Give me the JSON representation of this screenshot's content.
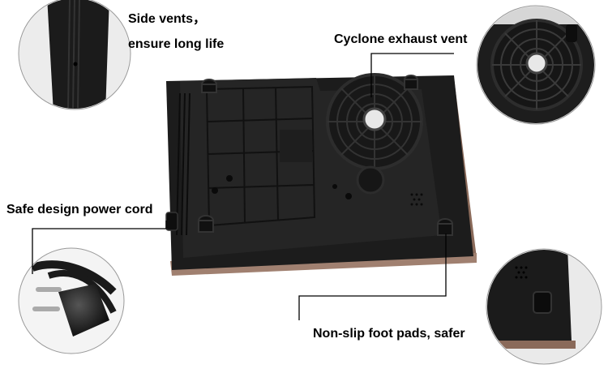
{
  "callouts": {
    "side_vents_line1": "Side vents，",
    "side_vents_line2": "ensure long life",
    "exhaust": "Cyclone exhaust vent",
    "power_cord": "Safe design power cord",
    "foot_pads": "Non-slip foot pads, safer"
  },
  "colors": {
    "body": "#1a1a1a",
    "panel": "#222222",
    "edge_trim": "#a08070",
    "leader_line": "#000000"
  }
}
